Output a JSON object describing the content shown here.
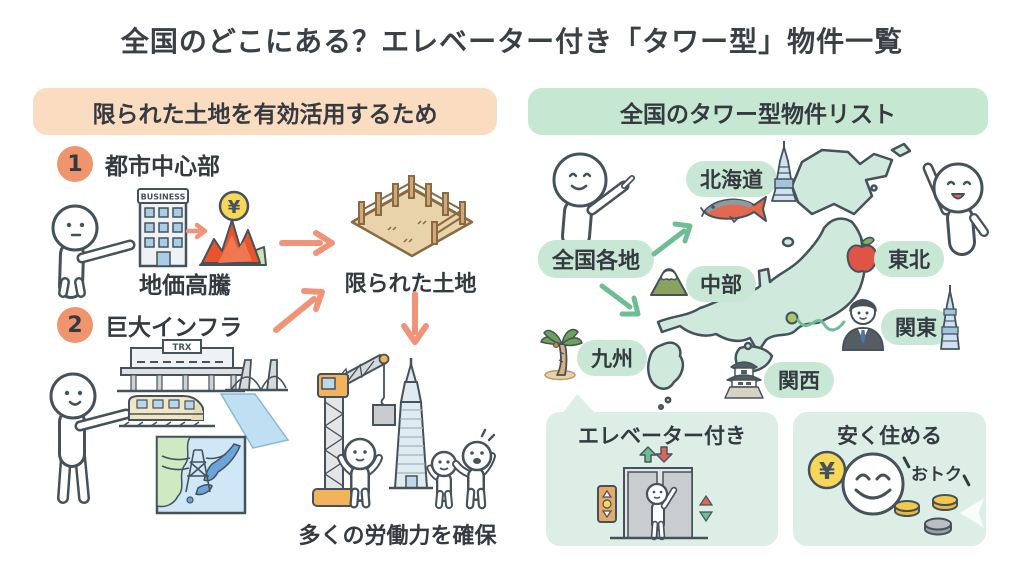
{
  "title": "全国のどこにある？エレベーター付き「タワー型」物件一覧",
  "symbols": {
    "yen": "¥"
  },
  "left": {
    "header": "限られた土地を有効活用するため",
    "step1": {
      "number": "1",
      "label": "都市中心部",
      "caption": "地価高騰",
      "building_sign": "BUSINESS"
    },
    "step2": {
      "number": "2",
      "label": "巨大インフラ",
      "station_sign": "TRX"
    },
    "land_caption": "限られた土地",
    "workforce_caption": "多くの労働力を確保"
  },
  "right": {
    "header": "全国のタワー型物件リスト",
    "origin_label": "全国各地",
    "regions": {
      "hokkaido": "北海道",
      "tohoku": "東北",
      "chubu": "中部",
      "kanto": "関東",
      "kansai": "関西",
      "kyushu": "九州"
    },
    "elevator_box": {
      "title": "エレベーター付き"
    },
    "value_box": {
      "title": "安く住める",
      "badge": "おトク"
    }
  },
  "colors": {
    "peach_header": "#fadcc1",
    "mint_header": "#c6e8d3",
    "mint_pill": "#c8e8d5",
    "mint_box": "#ddeee7",
    "orange_accent": "#ef9478",
    "number_circle": "#f0946e",
    "green_accent": "#6fbd95",
    "map_fill": "#cfeadd",
    "ink": "#3a4045"
  }
}
